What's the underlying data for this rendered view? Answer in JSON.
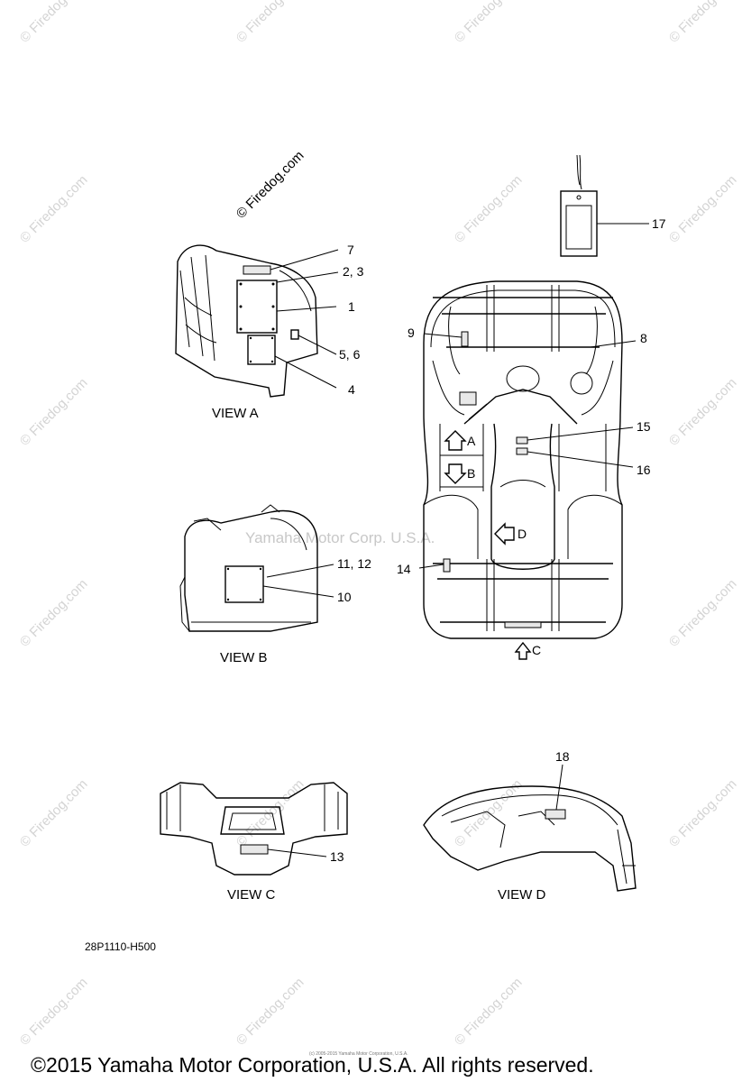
{
  "watermark": {
    "text": "© Firedog.com",
    "center_text": "Yamaha Motor Corp. U.S.A."
  },
  "callouts": {
    "c7": "7",
    "c2_3": "2, 3",
    "c1": "1",
    "c5_6": "5, 6",
    "c4": "4",
    "c17": "17",
    "c9": "9",
    "c8": "8",
    "c15": "15",
    "c16": "16",
    "c11_12": "11, 12",
    "c10": "10",
    "c14": "14",
    "c13": "13",
    "c18": "18"
  },
  "views": {
    "a": "VIEW A",
    "b": "VIEW B",
    "c": "VIEW C",
    "d": "VIEW D"
  },
  "direction_markers": {
    "a": "A",
    "b": "B",
    "c": "C",
    "d": "D"
  },
  "part_code": "28P1110-H500",
  "fine_print": "(c) 2005-2015 Yamaha Motor Corporation, U.S.A.",
  "footer": {
    "copyright": "©2015 Yamaha Motor Corporation, U.S.A. All rights reserved."
  }
}
